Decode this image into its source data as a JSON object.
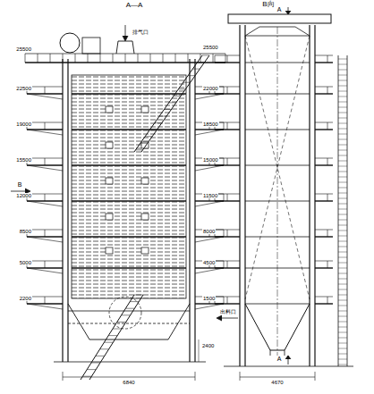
{
  "diagram": {
    "labels": [
      "A—A",
      "B向",
      "B",
      "A",
      "A",
      "25500",
      "22500",
      "19000",
      "15500",
      "12000",
      "8500",
      "5000",
      "2200",
      "25500",
      "22000",
      "18500",
      "15000",
      "11500",
      "8000",
      "4500",
      "1500",
      "6840",
      "4670",
      "2400",
      "排气口",
      "出料口"
    ]
  }
}
